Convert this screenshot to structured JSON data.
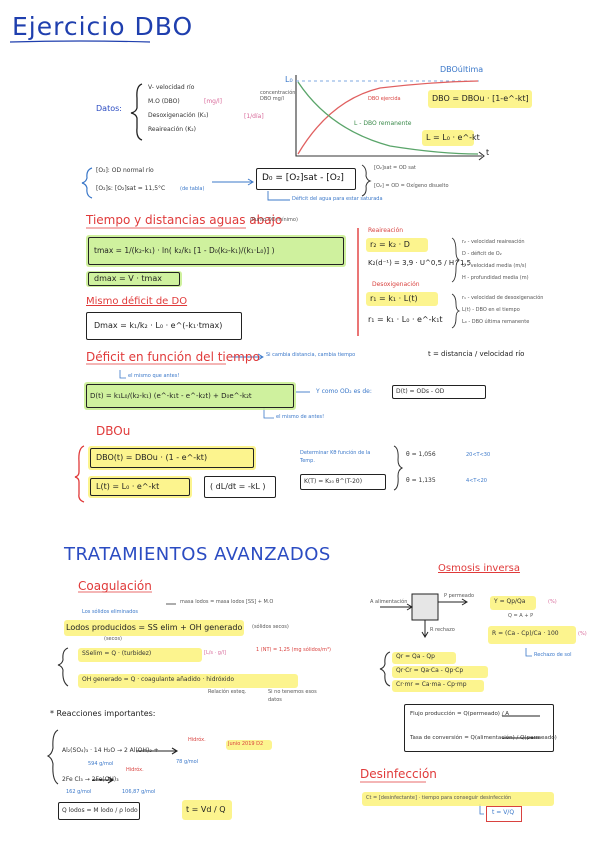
{
  "title": "Ejercicio DBO",
  "datos": {
    "label": "Datos:",
    "items": [
      "V- velocidad río",
      "M.O (DBO)",
      "Desoxigenación (K₁)",
      "Reaireación (K₂)"
    ],
    "unit_mo": "[mg/l]",
    "unit_k": "[1/día]"
  },
  "graph": {
    "l0_label": "L₀",
    "conc_label": "concentración DBO mg/l",
    "dbo_ultima": "DBOúltima",
    "dbo_ejercida": "DBO ejercida",
    "dbo_remanente": "L - DBO remanente",
    "eq_dbo": "DBO = DBOu · [1-e^-kt]",
    "eq_l": "L = L₀ · e^-kt",
    "t_label": "t"
  },
  "oxygen": {
    "line1": "[O₂]: OD normal río",
    "line2": "[O₂]s: [O₂]sat = 11,5°C",
    "line2_note": "(de tabla)",
    "do_eq": "D₀ = [O₂]sat - [O₂]",
    "def_note": "Déficit del agua para estar saturada",
    "right1": "[O₂]sat = OD sat",
    "right2": "[O₂] = OD = Oxígeno disuelto"
  },
  "tiempo": {
    "heading": "Tiempo y distancias aguas abajo",
    "heading_note": "(Punto OD mínimo)",
    "tmax_eq": "tmax = 1/(k₂-k₁) · ln( k₂/k₁ [1 - D₀(k₂-k₁)/(k₁·L₀)] )",
    "dmax_eq": "dmax = V · tmax",
    "mismo_deficit": "Mismo déficit de DO",
    "Dmax_eq": "Dmax = k₁/k₂ · L₀ · e^(-k₁·tmax)"
  },
  "reaireacion": {
    "heading": "Reaireación",
    "r2": "r₂ = k₂ · D",
    "k2": "K₂(d⁻¹) = 3,9 · U^0,5 / H^1,5",
    "desox_heading": "Desoxigenación",
    "r1": "r₁ = k₁ · L(t)",
    "r1b": "r₁ = k₁ · L₀ · e^-k₁t",
    "legend1": [
      "r₂ - velocidad reaireación",
      "D - déficit de O₂",
      "U - velocidad media (m/s)",
      "H - profundidad media (m)"
    ],
    "legend2": [
      "r₁ - velocidad de desoxigenación",
      "L(t) - DBO en el tiempo",
      "L₀ - DBO última remanente"
    ]
  },
  "deficit_tiempo": {
    "heading": "Déficit en función del tiempo",
    "si_cambia": "Si cambia distancia, cambia tiempo",
    "t_eq": "t = distancia / velocidad río",
    "note_top": "el mismo que antes!",
    "D_eq": "D(t) = k₁L₀/(k₂-k₁) (e^-k₁t - e^-k₂t) + D₀e^-k₂t",
    "note_bottom": "el mismo de antes!",
    "y_como": "Y como OD₂ es de:",
    "od_eq": "D(t) = ODs - OD"
  },
  "dbou": {
    "heading": "DBOu",
    "eq1": "DBO(t) = DBOu · (1 - e^-kt)",
    "eq2": "L(t) = L₀ · e^-kt",
    "eq3": "( dL/dt = -kL )",
    "determinar": "Determinar Kθ función de la Temp.",
    "kt_eq": "K(T) = K₂₀ θ^(T-20)",
    "theta1": "θ = 1,056",
    "theta1_range": "20<T<30",
    "theta2": "θ = 1,135",
    "theta2_range": "4<T<20"
  },
  "tratamientos": {
    "heading": "TRATAMIENTOS AVANZADOS",
    "coagulacion": "Coagulación",
    "solidos_eliminados": "Los sólidos eliminados",
    "masa_lodos": "masa lodos = masa lodos [SS] + M.O",
    "lodos_producidos": "Lodos producidos = SS elim + OH generado",
    "secos": "(secos)",
    "solidos_secos": "(sólidos secos)",
    "ss_elim": "SSelim = Q · (turbidez)",
    "ss_unit": "[L/s · g/l]",
    "ntu": "1 (NT) = 1,25 (mg sólidos/m³)",
    "oh_gen": "OH generado = Q · coagulante añadido · hidróxido",
    "relacion": "Relación esteq.",
    "si_no": "Si no tenemos esos datos",
    "reacciones": "* Reacciones importantes:",
    "r1": "Al₂(SO₄)₃ · 14 H₂O → 2 Al(OH)₃ +",
    "r1_m1": "594 g/mol",
    "r1_m2": "78 g/mol",
    "r1_hidrox": "Hidróx.",
    "junio": "Junio 2019 D2",
    "r2": "2Fe Cl₃ → 2Fe(OH)₃",
    "r2_m1": "162 g/mol",
    "r2_m2": "106,87 g/mol",
    "r2_hidrox": "Hidróx.",
    "q_lodos": "Q lodos = M lodo / ρ lodo",
    "t_vd": "t = Vd / Q"
  },
  "osmosis": {
    "heading": "Osmosis inversa",
    "alim": "A alimentación",
    "perm": "P permeado",
    "rech": "R rechazo",
    "y_eq": "Y = Qp/Qa",
    "y_note": "(%)",
    "bal": "Q = A + P",
    "r_eq": "R = (Ca - Cp)/Ca · 100",
    "r_note": "(%)",
    "rechazo_sol": "Rechazo de sol",
    "b1": "Qr = Qa - Qp",
    "b2": "Qr·Cr = Qa·Ca - Qp·Cp",
    "b3": "Cr·mr = Ca·ma - Cp·mp",
    "flujo": "Flujo producción = Q(permeado) / A",
    "tasa": "Tasa de conversión = Q(alimentación) / Q(permeado)"
  },
  "desinfeccion": {
    "heading": "Desinfección",
    "ct": "Ct = [desinfectante] · tiempo para conseguir desinfección",
    "t_eq": "t = V/Q"
  }
}
